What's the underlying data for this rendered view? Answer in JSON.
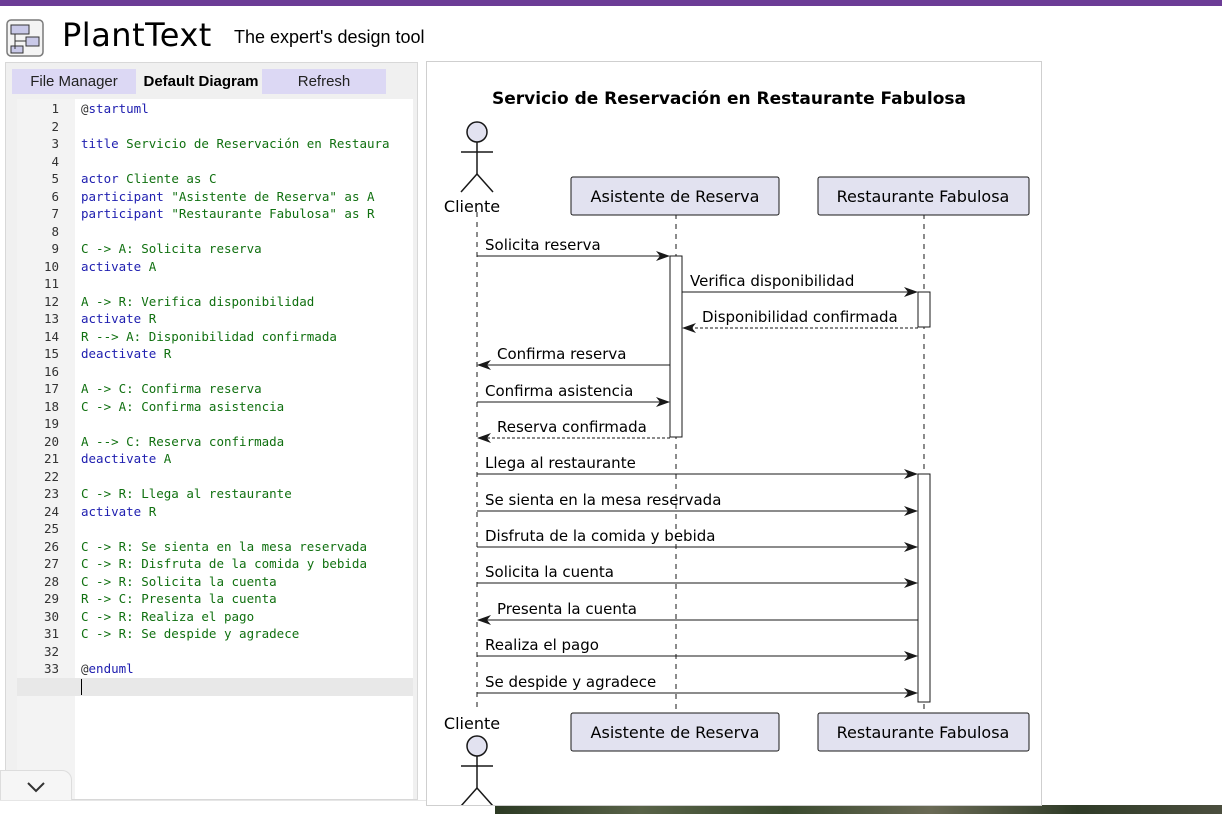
{
  "app": {
    "brand": "PlantText",
    "tagline": "The expert's design tool",
    "logo_icon": "diagram-logo-icon"
  },
  "tabs": {
    "file_manager": "File Manager",
    "default_diagram": "Default Diagram",
    "refresh": "Refresh"
  },
  "editor": {
    "lines": [
      "@startuml",
      "",
      "title Servicio de Reservación en Restaura",
      "",
      "actor Cliente as C",
      "participant \"Asistente de Reserva\" as A",
      "participant \"Restaurante Fabulosa\" as R",
      "",
      "C -> A: Solicita reserva",
      "activate A",
      "",
      "A -> R: Verifica disponibilidad",
      "activate R",
      "R --> A: Disponibilidad confirmada",
      "deactivate R",
      "",
      "A -> C: Confirma reserva",
      "C -> A: Confirma asistencia",
      "",
      "A --> C: Reserva confirmada",
      "deactivate A",
      "",
      "C -> R: Llega al restaurante",
      "activate R",
      "",
      "C -> R: Se sienta en la mesa reservada",
      "C -> R: Disfruta de la comida y bebida",
      "C -> R: Solicita la cuenta",
      "R -> C: Presenta la cuenta",
      "C -> R: Realiza el pago",
      "C -> R: Se despide y agradece",
      "",
      "@enduml",
      ""
    ],
    "colors": {
      "keyword": "#2020b0",
      "text": "#107010"
    }
  },
  "diagram": {
    "title": "Servicio de Reservación en Restaurante Fabulosa",
    "participants": {
      "actor": "Cliente",
      "assistant": "Asistente de Reserva",
      "restaurant": "Restaurante Fabulosa"
    },
    "messages": [
      "Solicita reserva",
      "Verifica disponibilidad",
      "Disponibilidad confirmada",
      "Confirma reserva",
      "Confirma asistencia",
      "Reserva confirmada",
      "Llega al restaurante",
      "Se sienta en la mesa reservada",
      "Disfruta de la comida y bebida",
      "Solicita la cuenta",
      "Presenta la cuenta",
      "Realiza el pago",
      "Se despide y agradece"
    ],
    "colors": {
      "box_fill": "#e2e2f0",
      "box_stroke": "#181818",
      "accent": "#6c3c96"
    }
  },
  "collapse_icon": "chevron-down-icon"
}
